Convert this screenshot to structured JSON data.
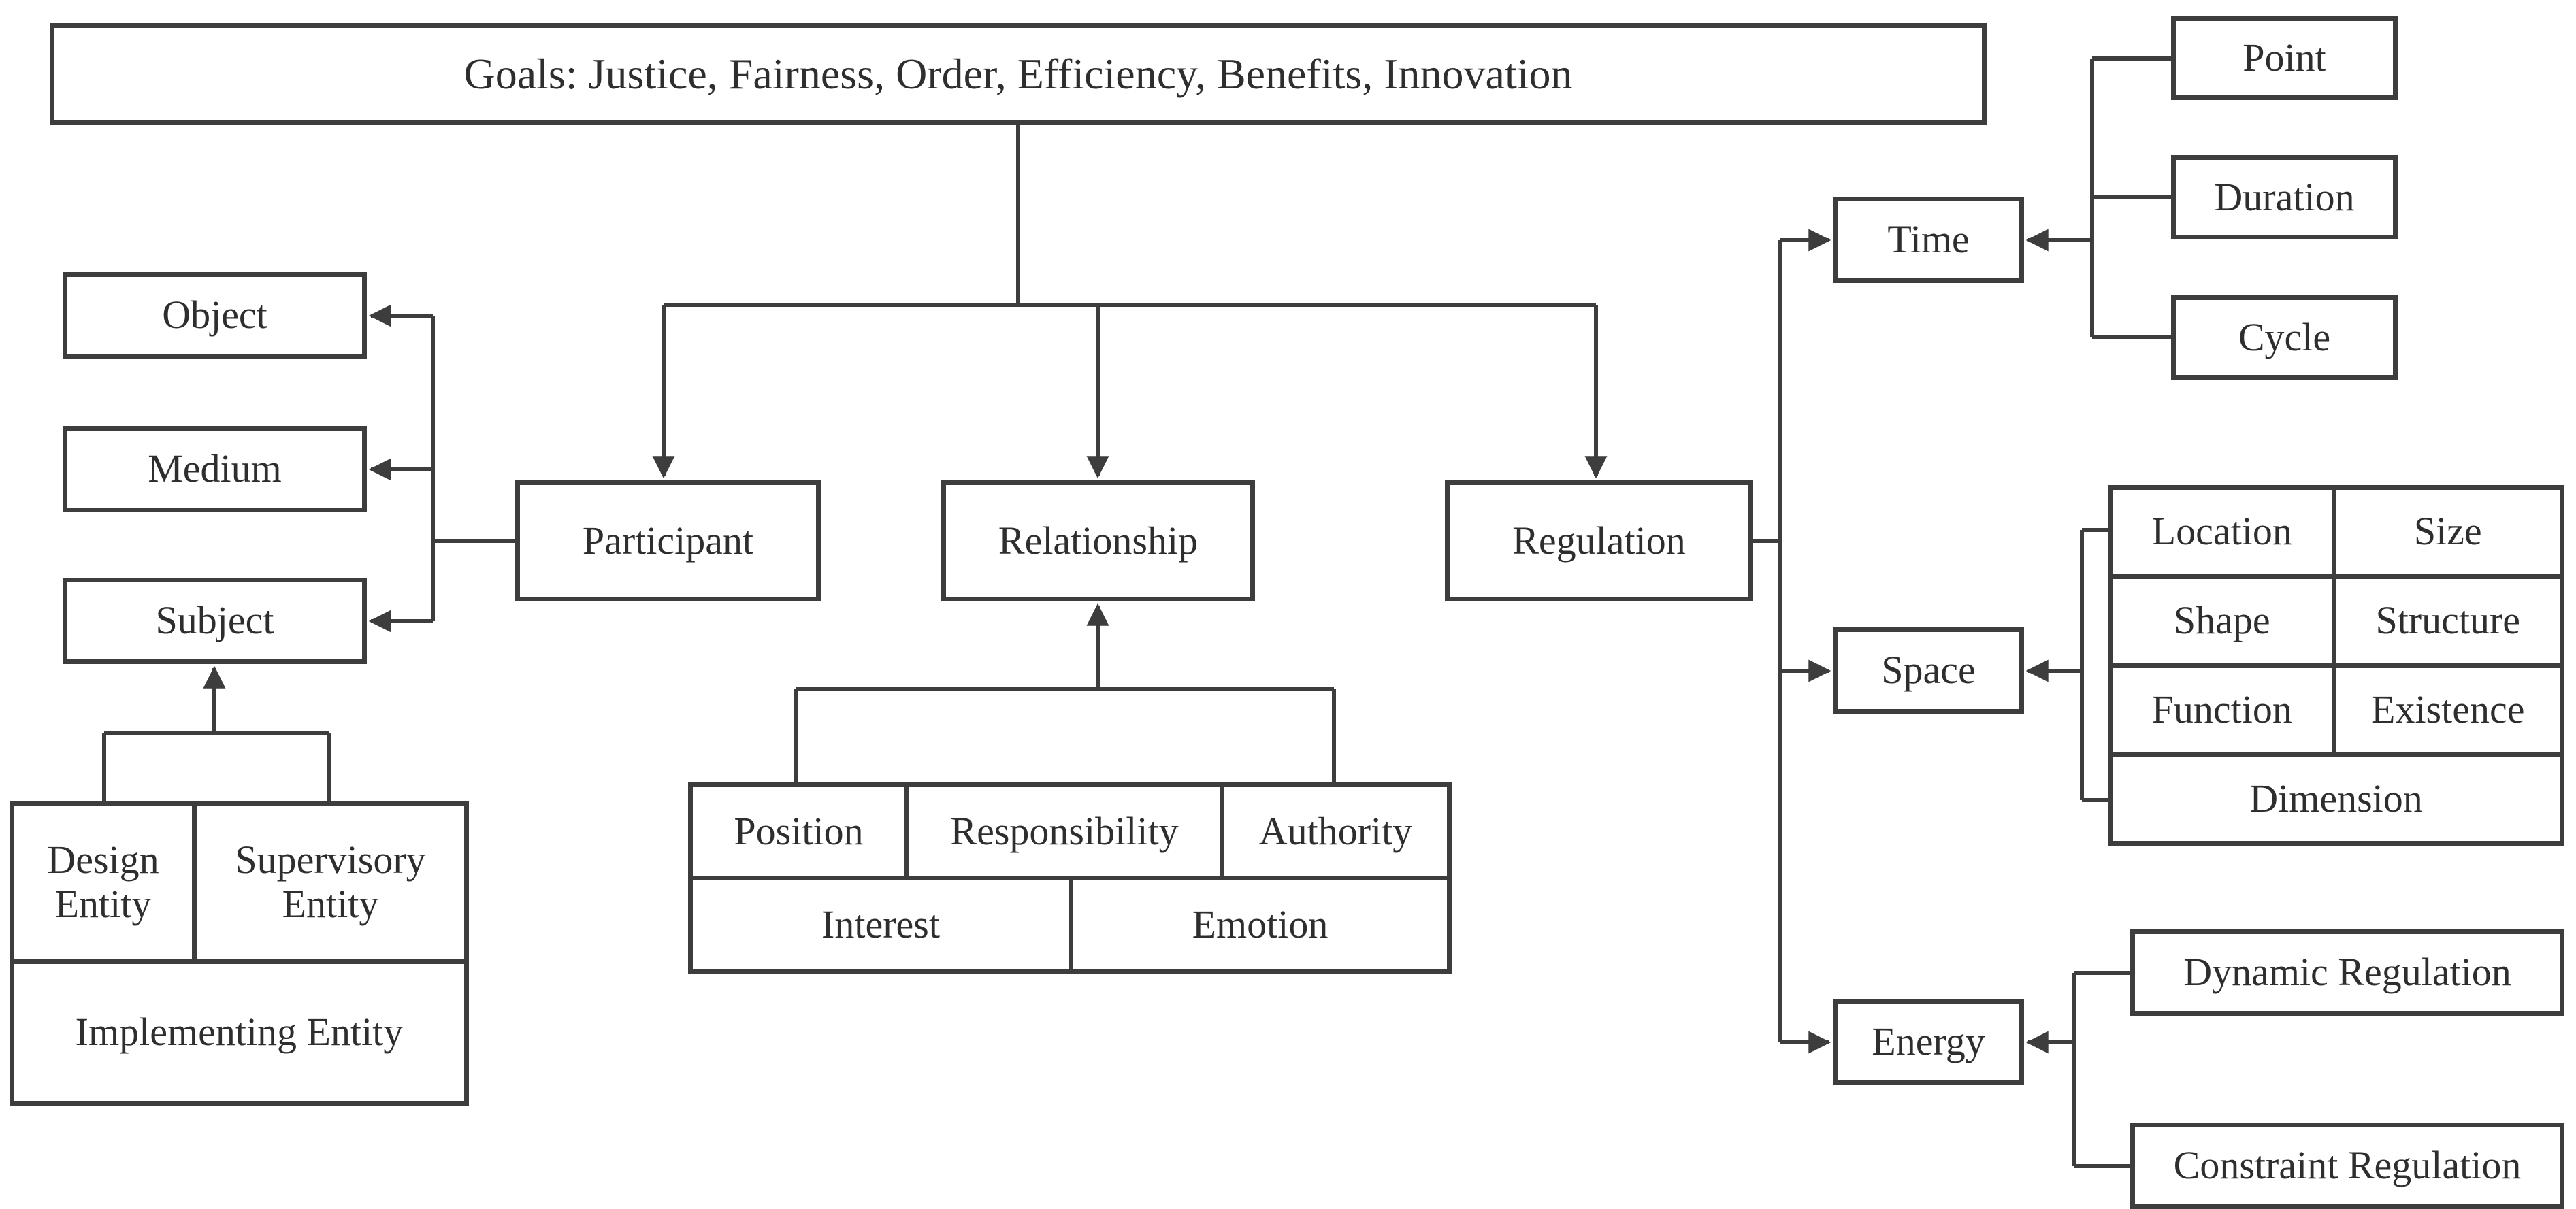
{
  "palette": {
    "background": "#ffffff",
    "line": "#3d3d3d",
    "text": "#2e2e2e"
  },
  "nodes": {
    "goals": "Goals: Justice, Fairness, Order, Efficiency, Benefits, Innovation",
    "object": "Object",
    "medium": "Medium",
    "subject": "Subject",
    "participant": "Participant",
    "relationship": "Relationship",
    "regulation": "Regulation",
    "time": "Time",
    "point": "Point",
    "duration": "Duration",
    "cycle": "Cycle",
    "space": "Space",
    "location": "Location",
    "size": "Size",
    "shape": "Shape",
    "structure": "Structure",
    "function": "Function",
    "existence": "Existence",
    "dimension": "Dimension",
    "energy": "Energy",
    "dynamic_regulation": "Dynamic Regulation",
    "constraint_regulation": "Constraint Regulation",
    "design_entity": "Design Entity",
    "supervisory_entity": "Supervisory Entity",
    "implementing_entity": "Implementing Entity",
    "position": "Position",
    "responsibility": "Responsibility",
    "authority": "Authority",
    "interest": "Interest",
    "emotion": "Emotion"
  },
  "edges": [
    "Goals -> Participant (arrow down)",
    "Goals -> Relationship (arrow down)",
    "Goals -> Regulation (arrow down)",
    "Participant -> Object (arrow left)",
    "Participant -> Medium (arrow left)",
    "Participant -> Subject (arrow left)",
    "{Design Entity, Supervisory Entity, Implementing Entity} -> Subject (arrow up)",
    "{Position, Responsibility, Authority, Interest, Emotion} -> Relationship (arrow up)",
    "Regulation -> Time (arrow right)",
    "Regulation -> Space (arrow right)",
    "Regulation -> Energy (arrow right)",
    "{Point, Duration, Cycle} -> Time (arrow left)",
    "{Location, Size, Shape, Structure, Function, Existence, Dimension} -> Space (arrow left)",
    "{Dynamic Regulation, Constraint Regulation} -> Energy (arrow left)"
  ]
}
